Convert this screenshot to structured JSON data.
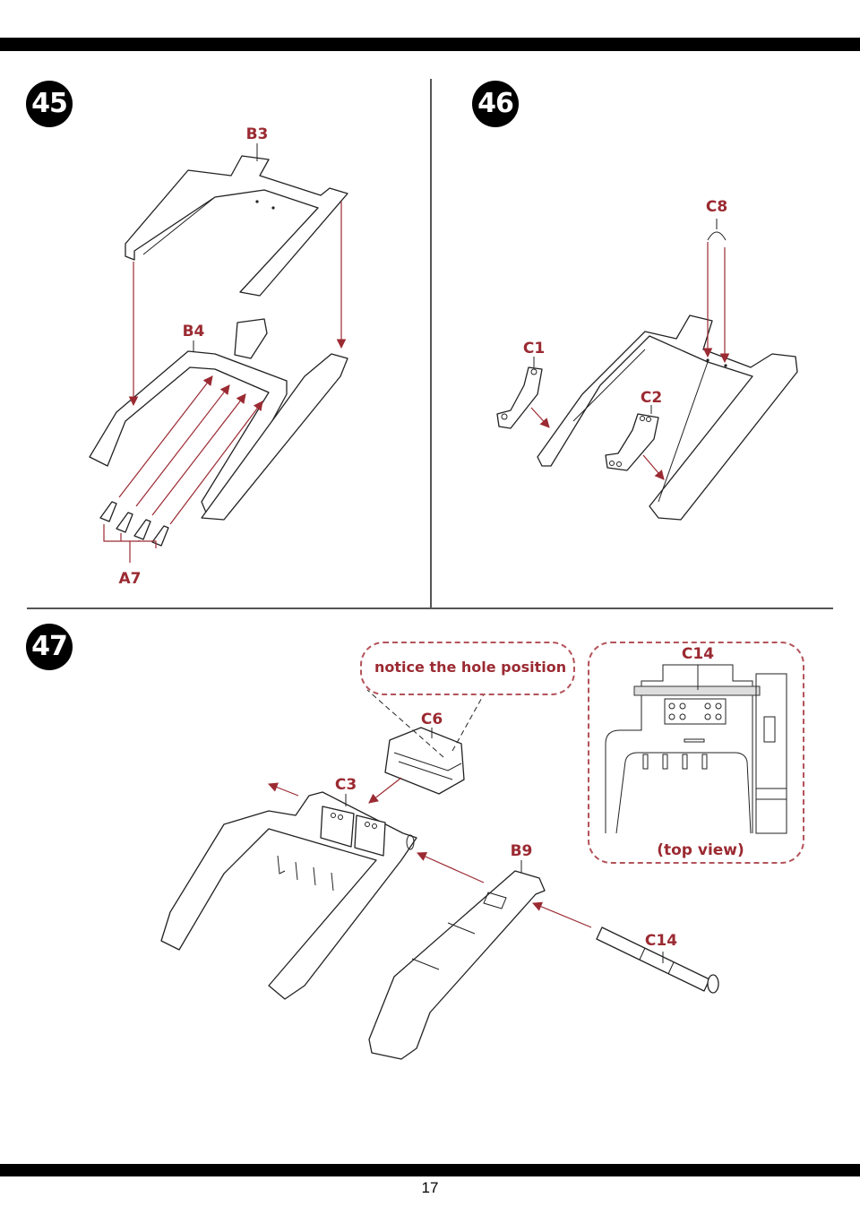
{
  "page": {
    "number": "17"
  },
  "steps": [
    {
      "number": "45",
      "labels": [
        "B3",
        "B4",
        "A7"
      ]
    },
    {
      "number": "46",
      "labels": [
        "C8",
        "C1",
        "C2"
      ]
    },
    {
      "number": "47",
      "labels": [
        "C6",
        "C3",
        "B9",
        "C14"
      ],
      "callout_note": "notice the hole position",
      "inset": {
        "label": "C14",
        "caption": "(top view)"
      }
    }
  ],
  "colors": {
    "accent": "#9b2a32",
    "line": "#222222",
    "bar": "#000000"
  }
}
